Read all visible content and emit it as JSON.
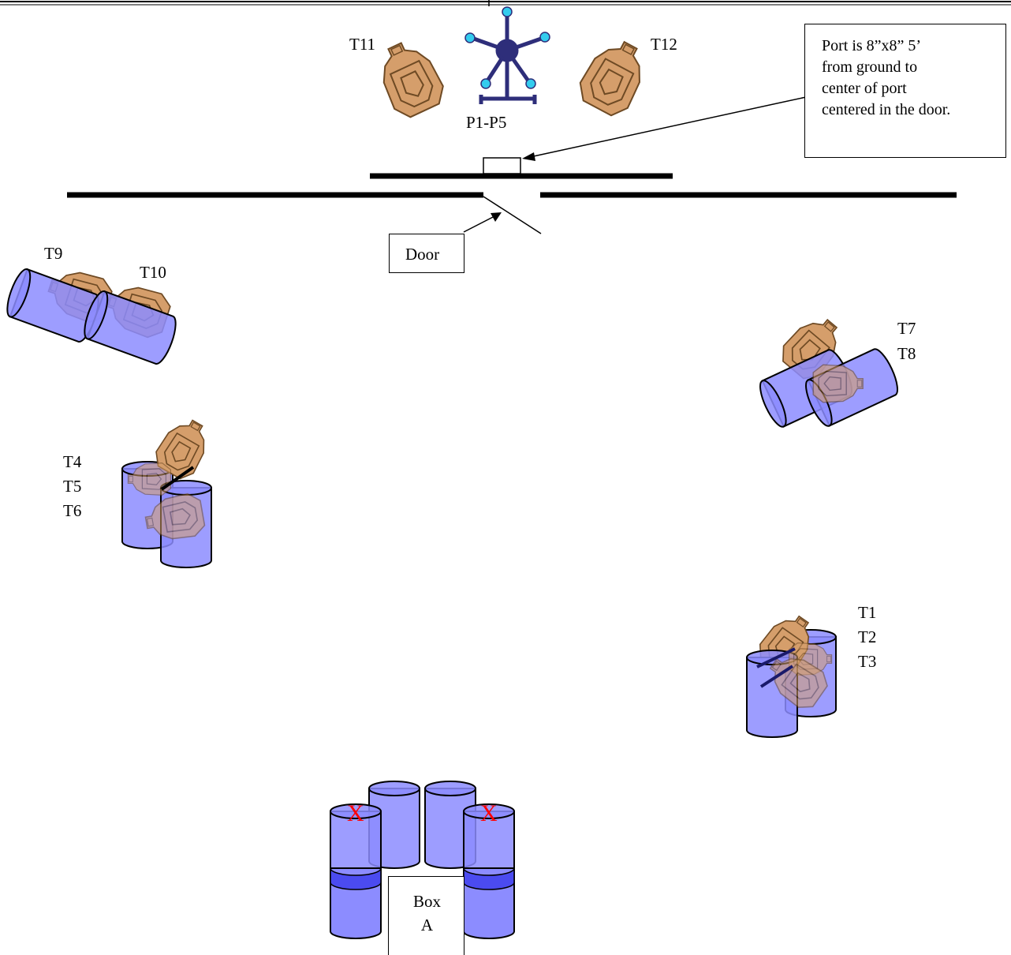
{
  "labels": {
    "t11": "T11",
    "t12": "T12",
    "popper": "P1-P5",
    "t9": "T9",
    "t10": "T10",
    "t7": "T7",
    "t8": "T8",
    "t4": "T4",
    "t5": "T5",
    "t6": "T6",
    "t1": "T1",
    "t2": "T2",
    "t3": "T3",
    "x_mark": "X"
  },
  "port_note": "Port is 8”x8” 5’\nfrom ground to\ncenter of port\ncentered in the door.",
  "door_label": "Door",
  "box_label": "Box\nA",
  "colors": {
    "target_fill": "#d59e6b",
    "target_stroke": "#6e4a24",
    "barrel_fill": "#8c8cff",
    "barrel_stroke": "#000000",
    "barrel_band": "#4b4bf0",
    "popper_steel": "#2e2e7a",
    "popper_ball": "#33ccee",
    "x_color": "#ff0000"
  }
}
